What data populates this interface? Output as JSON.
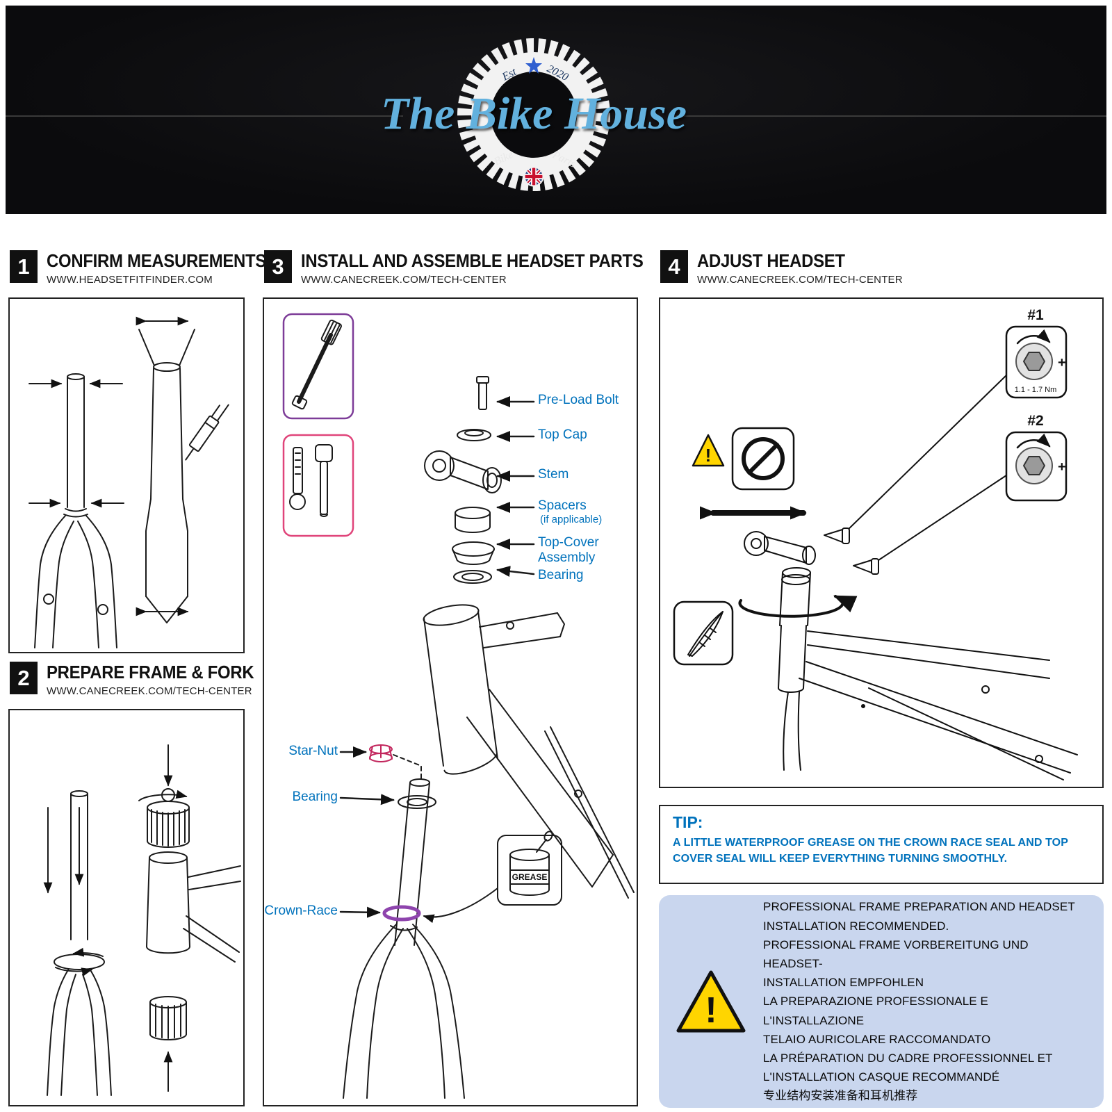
{
  "colors": {
    "header_bg": "#0b0b0d",
    "logo_blue": "#62b1de",
    "label_blue": "#0072bc",
    "star_nut_pink": "#c2255c",
    "crown_race_purple": "#8e44ad",
    "tool_box_purple": "#7d3c98",
    "tool_box_pink": "#e0447a",
    "notice_bg": "#c9d6ee",
    "warning_yellow": "#ffd500"
  },
  "header": {
    "brand": "The Bike House",
    "est": "Est",
    "year": "2020",
    "bike": "Bike",
    "parts": "Parts"
  },
  "steps": {
    "step1": {
      "number": "1",
      "title": "CONFIRM MEASUREMENTS",
      "url": "WWW.HEADSETFITFINDER.COM"
    },
    "step2": {
      "number": "2",
      "title": "PREPARE FRAME & FORK",
      "url": "WWW.CANECREEK.COM/TECH-CENTER"
    },
    "step3": {
      "number": "3",
      "title": "INSTALL AND ASSEMBLE HEADSET PARTS",
      "url": "WWW.CANECREEK.COM/TECH-CENTER",
      "labels": {
        "preload_bolt": "Pre-Load Bolt",
        "top_cap": "Top Cap",
        "stem": "Stem",
        "spacers": "Spacers",
        "spacers_note": "(if applicable)",
        "top_cover_1": "Top-Cover",
        "top_cover_2": "Assembly",
        "bearing_right": "Bearing",
        "star_nut": "Star-Nut",
        "bearing_left": "Bearing",
        "crown_race": "Crown-Race",
        "grease": "GREASE"
      }
    },
    "step4": {
      "number": "4",
      "title": "ADJUST HEADSET",
      "url": "WWW.CANECREEK.COM/TECH-CENTER",
      "torque1_label": "#1",
      "torque1_value": "1.1 - 1.7 Nm",
      "torque1_plus": "+",
      "torque2_label": "#2",
      "torque2_plus": "+",
      "warning_mark": "!"
    }
  },
  "tip": {
    "heading": "TIP:",
    "body": "A LITTLE WATERPROOF GREASE ON THE CROWN RACE SEAL AND TOP COVER SEAL WILL KEEP EVERYTHING TURNING SMOOTHLY."
  },
  "notice": {
    "warning_mark": "!",
    "lines": [
      "PROFESSIONAL FRAME PREPARATION AND HEADSET",
      "INSTALLATION RECOMMENDED.",
      "PROFESSIONAL FRAME VORBEREITUNG UND HEADSET-",
      "INSTALLATION EMPFOHLEN",
      "LA PREPARAZIONE PROFESSIONALE E L'INSTALLAZIONE",
      "TELAIO AURICOLARE RACCOMANDATO",
      "LA PRÉPARATION DU CADRE PROFESSIONNEL ET",
      "L'INSTALLATION CASQUE RECOMMANDÉ",
      "专业结构安装准备和耳机推荐"
    ]
  }
}
